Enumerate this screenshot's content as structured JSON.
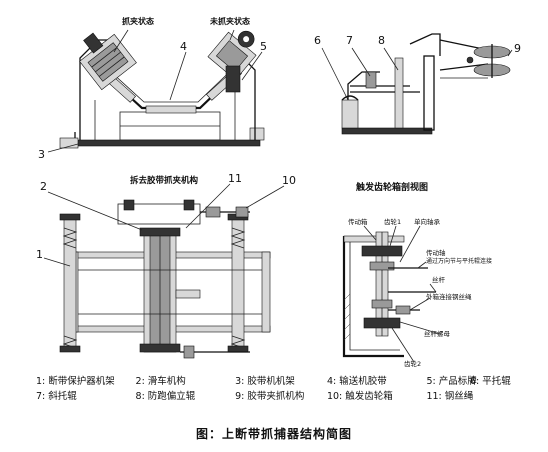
{
  "views": {
    "front": {
      "label_clamp": "抓夹状态",
      "label_unclamp": "未抓夹状态",
      "callouts": [
        "4",
        "5",
        "3"
      ]
    },
    "side": {
      "callouts": [
        "6",
        "7",
        "8",
        "9"
      ]
    },
    "top": {
      "title": "拆去胶带抓夹机构",
      "callouts": [
        "2",
        "11",
        "10",
        "1"
      ]
    },
    "detail": {
      "title": "触发齿轮箱剖视图",
      "labels": {
        "drive_box": "传动箱",
        "gear1": "齿轮1",
        "one_way_bearing": "单向轴承",
        "drive_shaft": "传动轴",
        "universal_joint": "通过万向节与平托辊连接",
        "screw": "丝杆",
        "wire_rope_connect": "外箱连接钢丝绳",
        "screw_nut": "丝杆螺母",
        "gear2": "齿轮2"
      }
    }
  },
  "legend": [
    [
      "1: 断带保护器机架",
      "2: 滑车机构",
      "3: 胶带机机架",
      "4: 输送机胶带",
      "5: 产品标牌",
      "6: 平托辊"
    ],
    [
      "7: 斜托辊",
      "8: 防跑偏立辊",
      "9: 胶带夹抓机构",
      "10: 触发齿轮箱",
      "11: 钢丝绳"
    ]
  ],
  "caption": "图：上断带抓捕器结构简图"
}
